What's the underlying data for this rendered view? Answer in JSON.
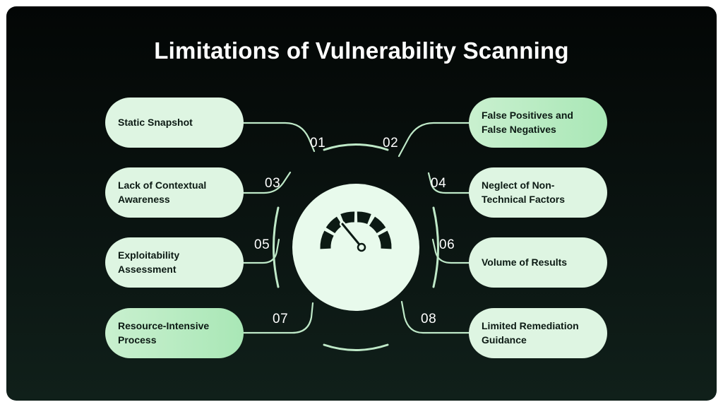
{
  "title": "Limitations of Vulnerability Scanning",
  "items": [
    {
      "number": "01",
      "label": "Static Snapshot"
    },
    {
      "number": "02",
      "label": "False Positives and\nFalse Negatives"
    },
    {
      "number": "03",
      "label": "Lack of Contextual\nAwareness"
    },
    {
      "number": "04",
      "label": "Neglect of Non-\nTechnical Factors"
    },
    {
      "number": "05",
      "label": "Exploitability\nAssessment"
    },
    {
      "number": "06",
      "label": "Volume of Results"
    },
    {
      "number": "07",
      "label": "Resource-Intensive\nProcess"
    },
    {
      "number": "08",
      "label": "Limited Remediation\nGuidance"
    }
  ],
  "icons": {
    "center": "speedometer-gauge-icon"
  },
  "colors": {
    "background": "#07100d",
    "card": "#d7f2dc",
    "card_accent": "#a9e7b6",
    "line": "#bfe9c8",
    "gauge_fill": "#e8faec",
    "gauge_icon": "#0c1a14"
  }
}
